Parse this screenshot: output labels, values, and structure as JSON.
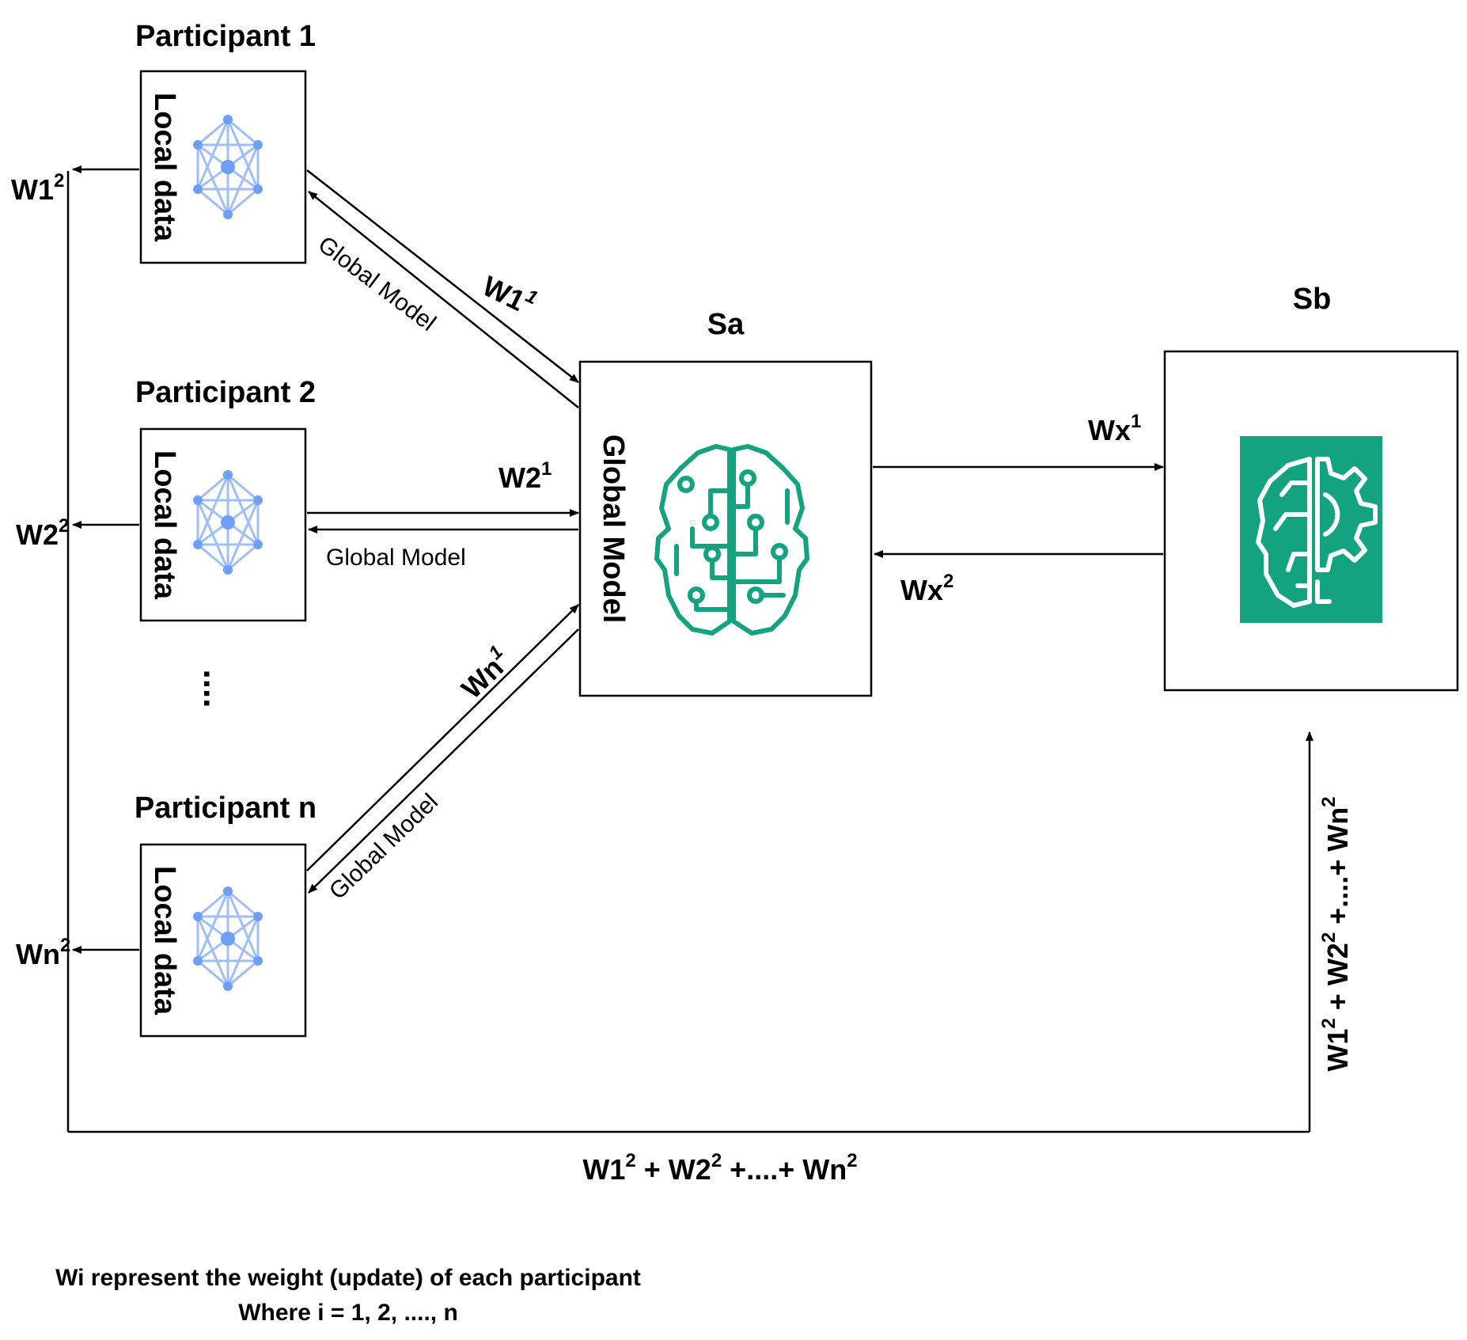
{
  "participants": [
    {
      "title": "Participant 1",
      "box_label": "Local data",
      "out_base": "W1",
      "out_sup": "2",
      "send_base": "W1",
      "send_sup": "1",
      "return_label": "Global Model"
    },
    {
      "title": "Participant 2",
      "box_label": "Local data",
      "out_base": "W2",
      "out_sup": "2",
      "send_base": "W2",
      "send_sup": "1",
      "return_label": "Global Model"
    },
    {
      "title": "Participant n",
      "box_label": "Local data",
      "out_base": "Wn",
      "out_sup": "2",
      "send_base": "Wn",
      "send_sup": "1",
      "return_label": "Global Model"
    }
  ],
  "ellipsis": "....",
  "sa": {
    "title": "Sa",
    "box_label": "Global Model",
    "icon": "brain-circuit-icon"
  },
  "sb": {
    "title": "Sb",
    "icon": "brain-gear-icon"
  },
  "wx1": {
    "base": "Wx",
    "sup": "1"
  },
  "wx2": {
    "base": "Wx",
    "sup": "2"
  },
  "sum_label": {
    "t1": "W1",
    "s1": "2",
    "t2": " + W2",
    "s2": "2",
    "t3": " +....+ Wn",
    "s3": "2"
  },
  "note": {
    "line1": "Wi represent the weight (update) of each participant",
    "line2": "Where i = 1, 2, ...., n"
  },
  "colors": {
    "line": "#000000",
    "net_icon": "#6f9ef5",
    "brain_icon": "#13a381",
    "sb_tile": "#13a381"
  }
}
